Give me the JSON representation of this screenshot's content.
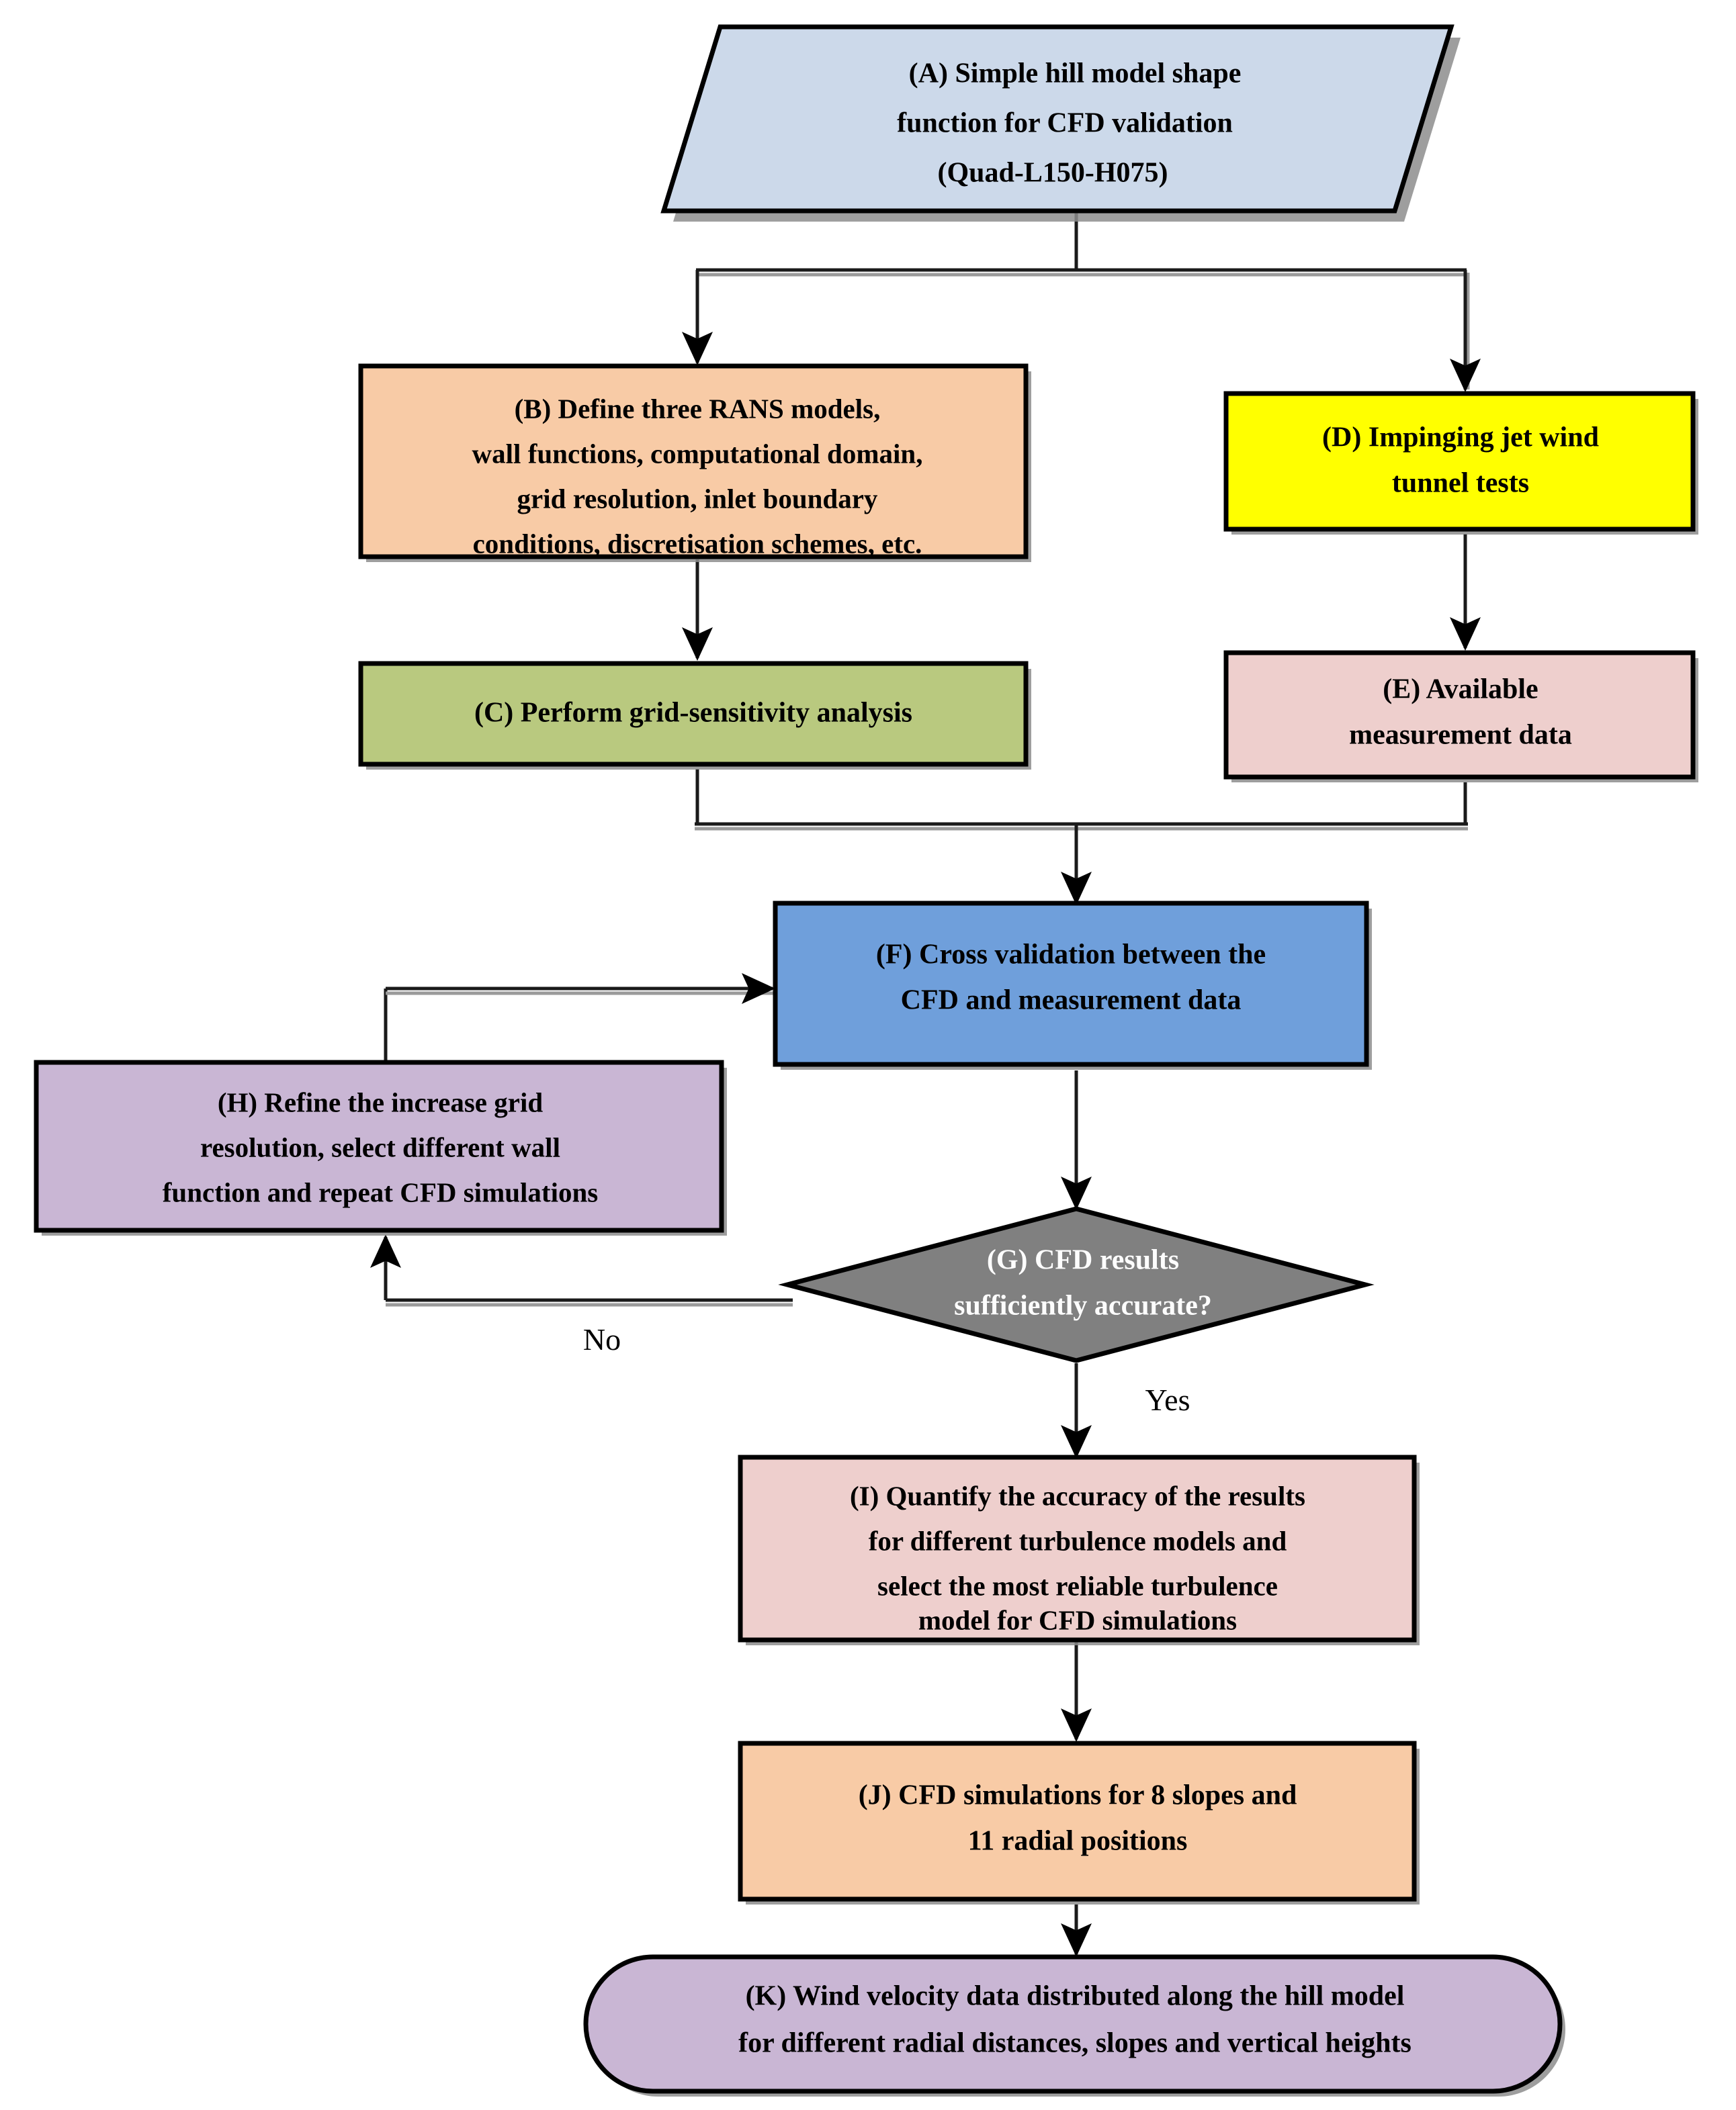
{
  "diagram": {
    "title": "CFD validation and simulation workflow flowchart",
    "background_color": "#ffffff",
    "line_color": "#1a1a1a",
    "nodes": [
      {
        "id": "A",
        "label": "(A) Simple hill model shape function for CFD validation (Quad-L150-H075)",
        "lines": [
          "(A) Simple hill model shape",
          "function for CFD validation",
          "(Quad-L150-H075)"
        ],
        "shape": "parallelogram",
        "fill": "#ccd9ea",
        "text_color": "#000000"
      },
      {
        "id": "B",
        "label": "(B) Define three RANS models, wall functions, computational domain, grid resolution, inlet boundary conditions, discretisation schemes, etc.",
        "lines": [
          "(B) Define three RANS models,",
          "wall functions, computational domain,",
          "grid resolution, inlet boundary",
          "conditions, discretisation schemes, etc."
        ],
        "shape": "rectangle",
        "fill": "#f8cba6",
        "text_color": "#000000"
      },
      {
        "id": "C",
        "label": "(C) Perform grid-sensitivity analysis",
        "lines": [
          "(C) Perform grid-sensitivity analysis"
        ],
        "shape": "rectangle",
        "fill": "#b9c97f",
        "text_color": "#000000"
      },
      {
        "id": "D",
        "label": "(D) Impinging jet wind tunnel tests",
        "lines": [
          "(D) Impinging jet wind",
          "tunnel tests"
        ],
        "shape": "rectangle",
        "fill": "#ffff00",
        "text_color": "#000000"
      },
      {
        "id": "E",
        "label": "(E) Available measurement data",
        "lines": [
          "(E) Available",
          "measurement data"
        ],
        "shape": "rectangle",
        "fill": "#eecfcd",
        "text_color": "#000000"
      },
      {
        "id": "F",
        "label": "(F) Cross validation between the CFD and measurement data",
        "lines": [
          "(F) Cross validation between the",
          "CFD and measurement data"
        ],
        "shape": "rectangle",
        "fill": "#6f9fdb",
        "text_color": "#000000"
      },
      {
        "id": "G",
        "label": "(G) CFD results sufficiently accurate?",
        "lines": [
          "(G) CFD results",
          "sufficiently accurate?"
        ],
        "shape": "diamond",
        "fill": "#808080",
        "text_color": "#fdfdfd"
      },
      {
        "id": "H",
        "label": "(H) Refine the increase grid resolution, select different wall function and repeat CFD simulations",
        "lines": [
          "(H) Refine the increase grid",
          "resolution, select different wall",
          "function and repeat CFD simulations"
        ],
        "shape": "rectangle",
        "fill": "#c9b6d4",
        "text_color": "#000000"
      },
      {
        "id": "I",
        "label": "(I) Quantify the accuracy of the results for different turbulence models and select the most reliable turbulence model for CFD simulations",
        "lines": [
          "(I) Quantify the accuracy of the results",
          "for different turbulence models and",
          "select the most reliable turbulence",
          "model for CFD simulations"
        ],
        "shape": "rectangle",
        "fill": "#eecfcd",
        "text_color": "#000000"
      },
      {
        "id": "J",
        "label": "(J) CFD simulations for 8 slopes and 11 radial positions",
        "lines": [
          "(J) CFD simulations for 8 slopes and",
          "11 radial positions"
        ],
        "shape": "rectangle",
        "fill": "#f8cba6",
        "text_color": "#000000"
      },
      {
        "id": "K",
        "label": "(K) Wind velocity data distributed along the hill model for different radial distances, slopes and vertical heights",
        "lines": [
          "(K) Wind velocity data distributed along the hill model",
          "for different radial distances, slopes and vertical heights"
        ],
        "shape": "stadium",
        "fill": "#c9b6d4",
        "text_color": "#000000"
      }
    ],
    "edges": [
      {
        "from": "A",
        "to": "B",
        "label": ""
      },
      {
        "from": "A",
        "to": "D",
        "label": ""
      },
      {
        "from": "B",
        "to": "C",
        "label": ""
      },
      {
        "from": "D",
        "to": "E",
        "label": ""
      },
      {
        "from": "C",
        "to": "F",
        "label": ""
      },
      {
        "from": "E",
        "to": "F",
        "label": ""
      },
      {
        "from": "F",
        "to": "G",
        "label": ""
      },
      {
        "from": "G",
        "to": "H",
        "label": "No"
      },
      {
        "from": "H",
        "to": "F",
        "label": ""
      },
      {
        "from": "G",
        "to": "I",
        "label": "Yes"
      },
      {
        "from": "I",
        "to": "J",
        "label": ""
      },
      {
        "from": "J",
        "to": "K",
        "label": ""
      }
    ],
    "edge_labels": {
      "no": "No",
      "yes": "Yes"
    }
  }
}
